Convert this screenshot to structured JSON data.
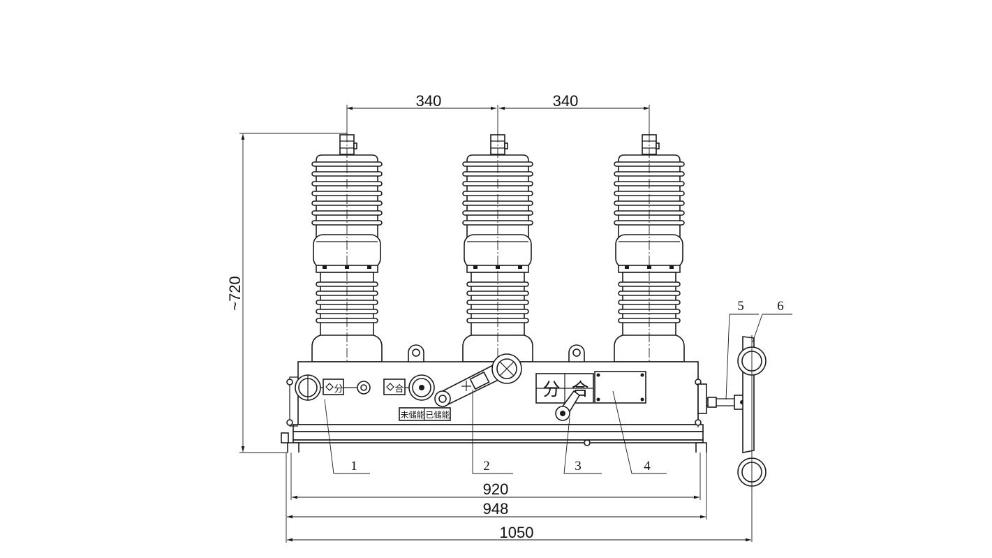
{
  "dimensions": {
    "phase_spacing_left": "340",
    "phase_spacing_right": "340",
    "height": "~720",
    "width_920": "920",
    "width_948": "948",
    "width_1050": "1050"
  },
  "part_numbers": {
    "p1": "1",
    "p2": "2",
    "p3": "3",
    "p4": "4",
    "p5": "5",
    "p6": "6"
  },
  "indicators": {
    "open_small": "分",
    "close_small": "合",
    "open": "分",
    "close": "合",
    "spring_uncharged": "未储能",
    "spring_charged": "已储能"
  },
  "colors": {
    "line": "#1a1a1a",
    "background": "#ffffff"
  }
}
